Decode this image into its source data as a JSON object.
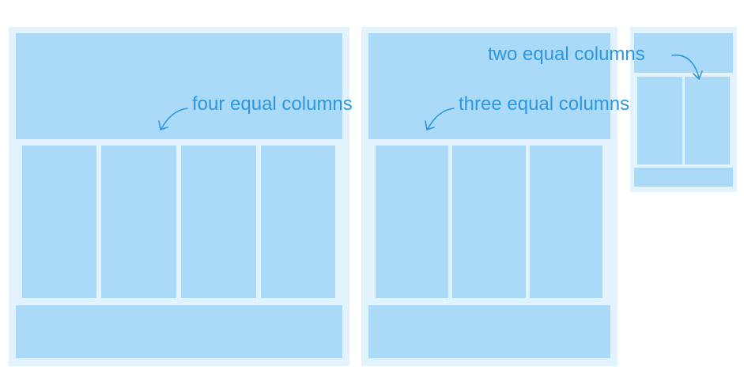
{
  "colors": {
    "frame": "#e2f3fd",
    "block": "#aadaf8",
    "annotation": "#2c97de"
  },
  "layouts": [
    {
      "columns": 4,
      "label": "four equal columns"
    },
    {
      "columns": 3,
      "label": "three equal columns"
    },
    {
      "columns": 2,
      "label": "two equal columns"
    }
  ]
}
